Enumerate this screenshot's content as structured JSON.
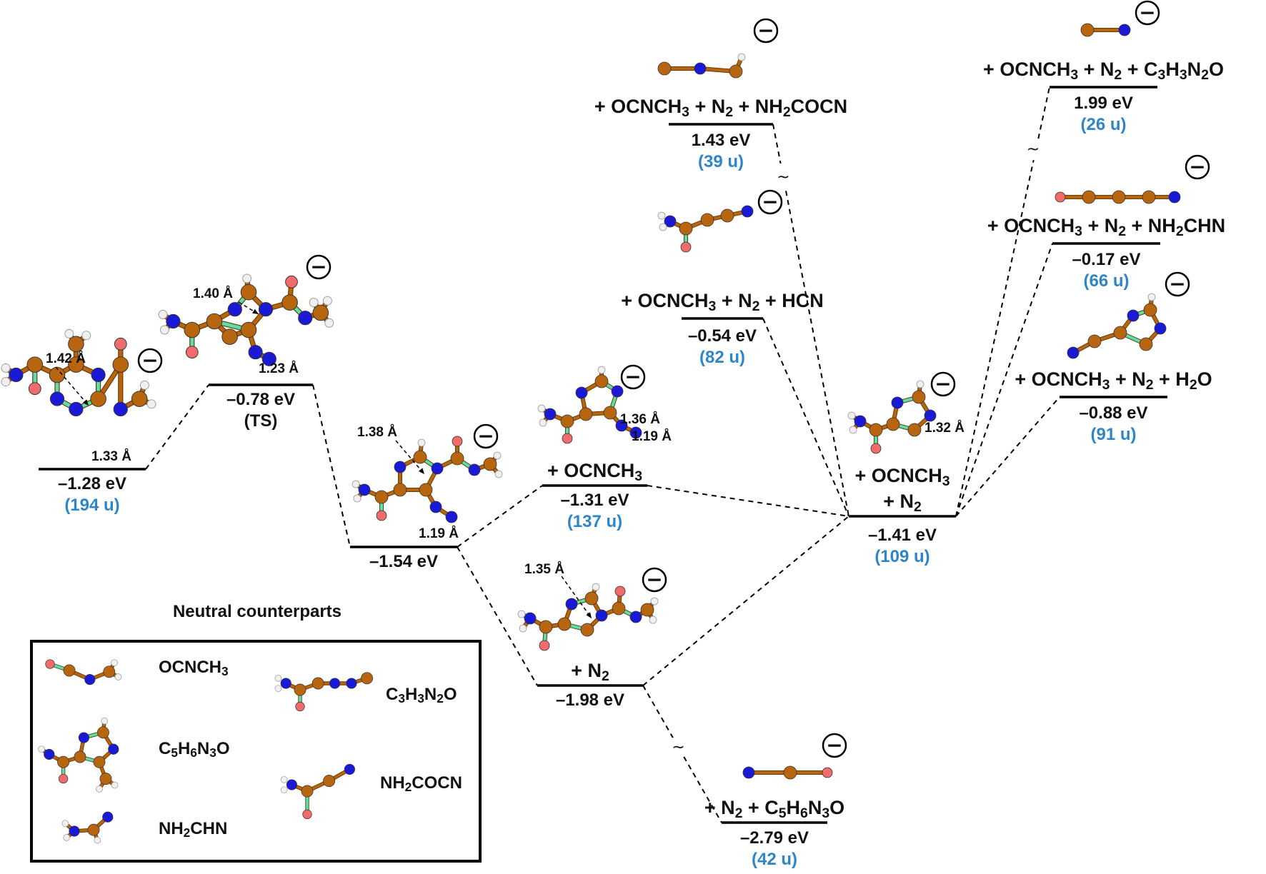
{
  "figure": {
    "charge_symbol": "−",
    "break_symbol": "~",
    "colors": {
      "carbon": "#b8650f",
      "nitrogen": "#1a1ad6",
      "oxygen": "#f06b6b",
      "hydrogen": "#f0f0f0",
      "bond_order_highlight": "#5be0a8",
      "mass_label": "#2e86c8",
      "level_line": "#000000"
    },
    "levels": [
      {
        "id": "parent",
        "species": "",
        "energy": "–1.28 eV",
        "mass": "(194 u)",
        "note": ""
      },
      {
        "id": "ts",
        "species": "",
        "energy": "–0.78 eV",
        "mass": "",
        "note": "(TS)"
      },
      {
        "id": "int",
        "species": "",
        "energy": "–1.54 eV",
        "mass": "",
        "note": ""
      },
      {
        "id": "m137",
        "species": "+ OCNCH3",
        "energy": "–1.31 eV",
        "mass": "(137 u)",
        "note": ""
      },
      {
        "id": "m42",
        "species": "+ N2 + C5H6N3O",
        "energy": "–2.79 eV",
        "mass": "(42 u)",
        "note": ""
      },
      {
        "id": "m68",
        "species": "+ N2",
        "energy": "–1.98 eV",
        "mass": "",
        "note": ""
      },
      {
        "id": "m82",
        "species": "+ OCNCH3 + N2 + HCN",
        "energy": "–0.54 eV",
        "mass": "(82 u)",
        "note": ""
      },
      {
        "id": "m39",
        "species": "+ OCNCH3 + N2 + NH2COCN",
        "energy": "1.43 eV",
        "mass": "(39 u)",
        "note": ""
      },
      {
        "id": "m109",
        "species": "+ OCNCH3 + N2",
        "energy": "–1.41 eV",
        "mass": "(109 u)",
        "note": ""
      },
      {
        "id": "m26",
        "species": "+ OCNCH3 + N2 + C3H3N2O",
        "energy": "1.99 eV",
        "mass": "(26 u)",
        "note": ""
      },
      {
        "id": "m66",
        "species": "+ OCNCH3 + N2 + NH2CHN",
        "energy": "–0.17 eV",
        "mass": "(66 u)",
        "note": ""
      },
      {
        "id": "m91",
        "species": "+ OCNCH3 + N2 + H2O",
        "energy": "–0.88 eV",
        "mass": "(91 u)",
        "note": ""
      }
    ],
    "bond_lengths": [
      "1.42 Å",
      "1.33 Å",
      "1.40 Å",
      "1.23 Å",
      "1.38 Å",
      "1.19 Å",
      "1.36 Å",
      "1.19 Å",
      "1.32 Å",
      "1.35 Å"
    ],
    "legend": {
      "title": "Neutral counterparts",
      "items": [
        "OCNCH3",
        "C3H3N2O",
        "C5H6N3O",
        "NH2COCN",
        "NH2CHN"
      ]
    }
  }
}
